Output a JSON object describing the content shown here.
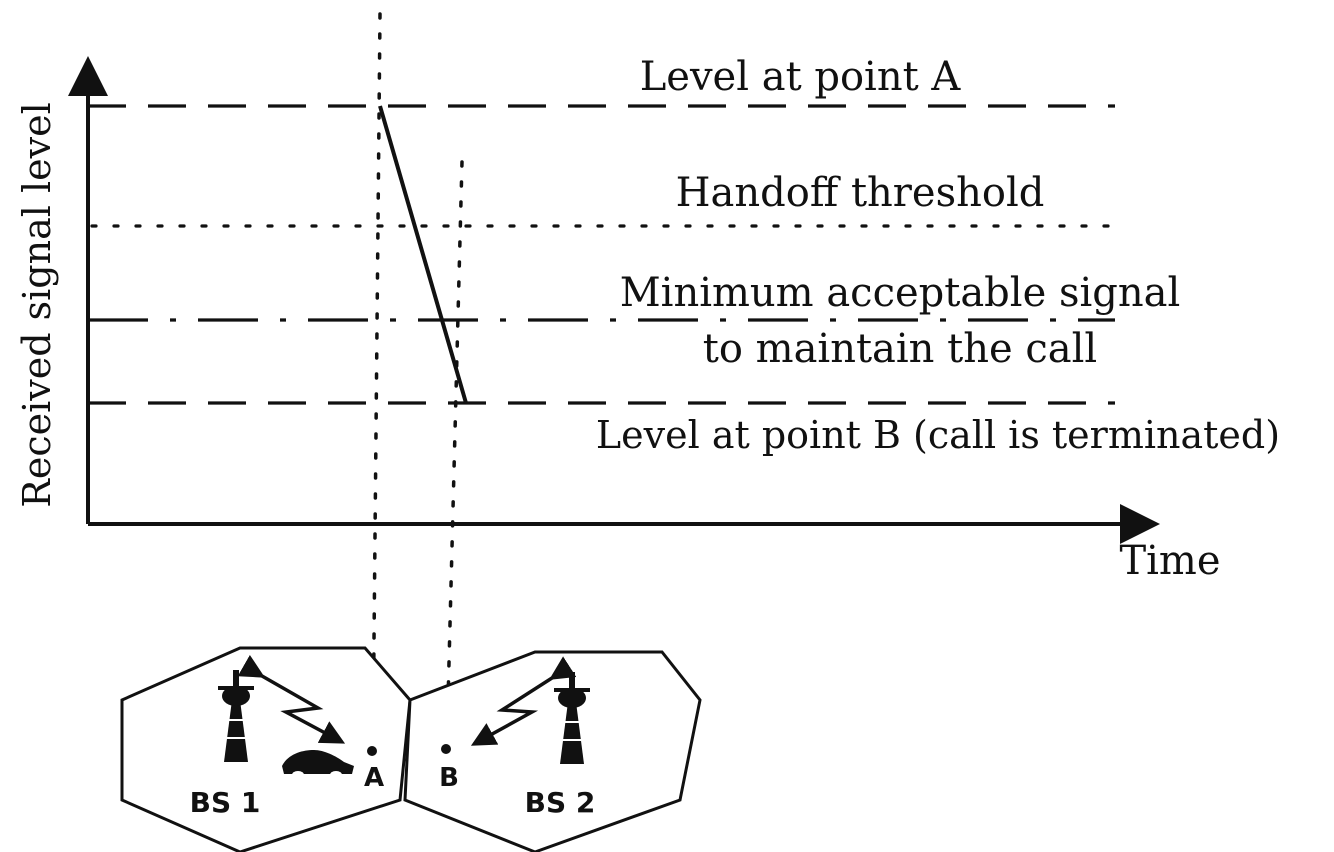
{
  "axes": {
    "y_label": "Received signal level",
    "x_label": "Time"
  },
  "levels": {
    "point_a": "Level at point A",
    "handoff": "Handoff threshold",
    "minimum_line1": "Minimum acceptable signal",
    "minimum_line2": "to maintain the call",
    "point_b": "Level at point B (call is terminated)"
  },
  "cells": {
    "bs1": "BS 1",
    "bs2": "BS 2",
    "point_a": "A",
    "point_b": "B"
  },
  "icons": [
    "tower-icon",
    "car-icon",
    "lightning-arrow-icon"
  ]
}
